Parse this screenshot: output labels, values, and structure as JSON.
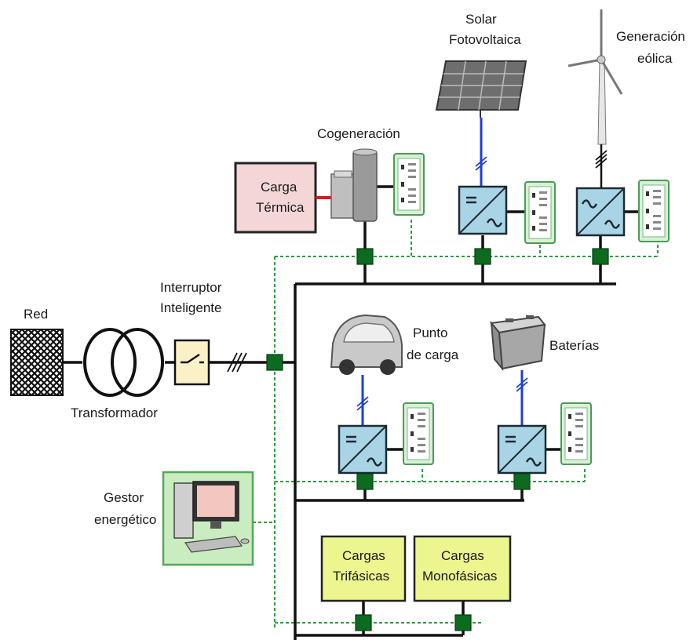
{
  "labels": {
    "red": "Red",
    "transformador": "Transformador",
    "interruptor_1": "Interruptor",
    "interruptor_2": "Inteligente",
    "cogeneracion": "Cogeneración",
    "carga_termica_1": "Carga",
    "carga_termica_2": "Térmica",
    "solar_1": "Solar",
    "solar_2": "Fotovoltaica",
    "eolica_1": "Generación",
    "eolica_2": "eólica",
    "punto_carga_1": "Punto",
    "punto_carga_2": "de carga",
    "baterias": "Baterías",
    "gestor_1": "Gestor",
    "gestor_2": "energético",
    "trifasicas_1": "Cargas",
    "trifasicas_2": "Trifásicas",
    "monofasicas_1": "Cargas",
    "monofasicas_2": "Monofásicas"
  },
  "colors": {
    "bus_line": "#111111",
    "comm_line": "#2e9a3e",
    "node": "#0d6b1f",
    "converter": "#a9d4e6",
    "meter": "#d9f0d6",
    "load_box": "#ecf58e",
    "thermal_load": "#f4d6d6",
    "thermal_link": "#d11f1f",
    "dc_link": "#1f3fd6"
  }
}
